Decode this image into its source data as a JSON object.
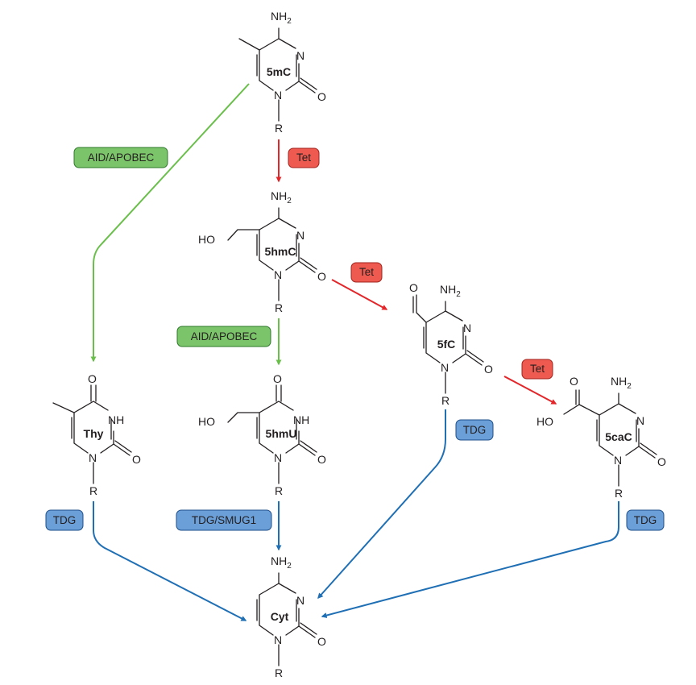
{
  "atoms": {
    "nh2": "NH2",
    "n": "N",
    "nh": "NH",
    "o": "O",
    "r": "R",
    "ho": "HO"
  },
  "molecules": {
    "m5mC": "5mC",
    "m5hmC": "5hmC",
    "m5fC": "5fC",
    "m5caC": "5caC",
    "mThy": "Thy",
    "m5hmU": "5hmU",
    "mCyt": "Cyt"
  },
  "enzymes": {
    "aid1": "AID/APOBEC",
    "aid2": "AID/APOBEC",
    "tet1": "Tet",
    "tet2": "Tet",
    "tet3": "Tet",
    "tdg_fc": "TDG",
    "tdg_thy": "TDG",
    "tdg_smug": "TDG/SMUG1",
    "tdg_cac": "TDG"
  },
  "colors": {
    "green_fill": "#7cc46a",
    "green_stroke": "#2e7a2a",
    "green_arrow": "#6abf4b",
    "red_fill": "#ee5a4f",
    "red_stroke": "#a3231c",
    "red_arrow": "#e3262a",
    "blue_fill": "#6b9fd8",
    "blue_stroke": "#1d4f8a",
    "blue_arrow": "#1f6fb5"
  }
}
